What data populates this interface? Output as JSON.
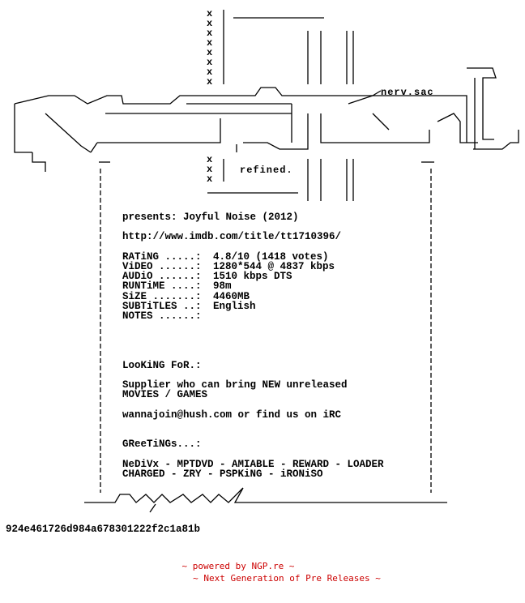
{
  "logo": {
    "group_tag": "nerv.sac",
    "tagline": "refined."
  },
  "body": {
    "presents": "presents: Joyful Noise (2012)",
    "imdb_url": "http://www.imdb.com/title/tt1710396/",
    "meta": [
      {
        "key": "RATiNG .....:",
        "value": "4.8/10 (1418 votes)"
      },
      {
        "key": "ViDEO ......:",
        "value": "1280*544 @ 4837 kbps"
      },
      {
        "key": "AUDiO ......:",
        "value": "1510 kbps DTS"
      },
      {
        "key": "RUNTiME ....:",
        "value": "98m"
      },
      {
        "key": "SiZE .......:",
        "value": "4460MB"
      },
      {
        "key": "SUBTiTLES ..:",
        "value": "English"
      },
      {
        "key": "NOTES ......:",
        "value": ""
      }
    ],
    "looking_for_heading": "LooKiNG FoR.:",
    "looking_for_line1": "Supplier who can bring NEW unreleased",
    "looking_for_line2": "MOVIES / GAMES",
    "contact": "wannajoin@hush.com or find us on iRC",
    "greetings_heading": "GReeTiNGs...:",
    "greetings_line1": "NeDiVx - MPTDVD - AMIABLE - REWARD - LOADER",
    "greetings_line2": "CHARGED - ZRY - PSPKiNG - iRONiSO"
  },
  "hash": "924e461726d984a678301222f2c1a81b",
  "footer": {
    "line1": "~ powered by NGP.re ~",
    "line2": "~ Next Generation of Pre Releases ~",
    "color": "#cc0000"
  }
}
